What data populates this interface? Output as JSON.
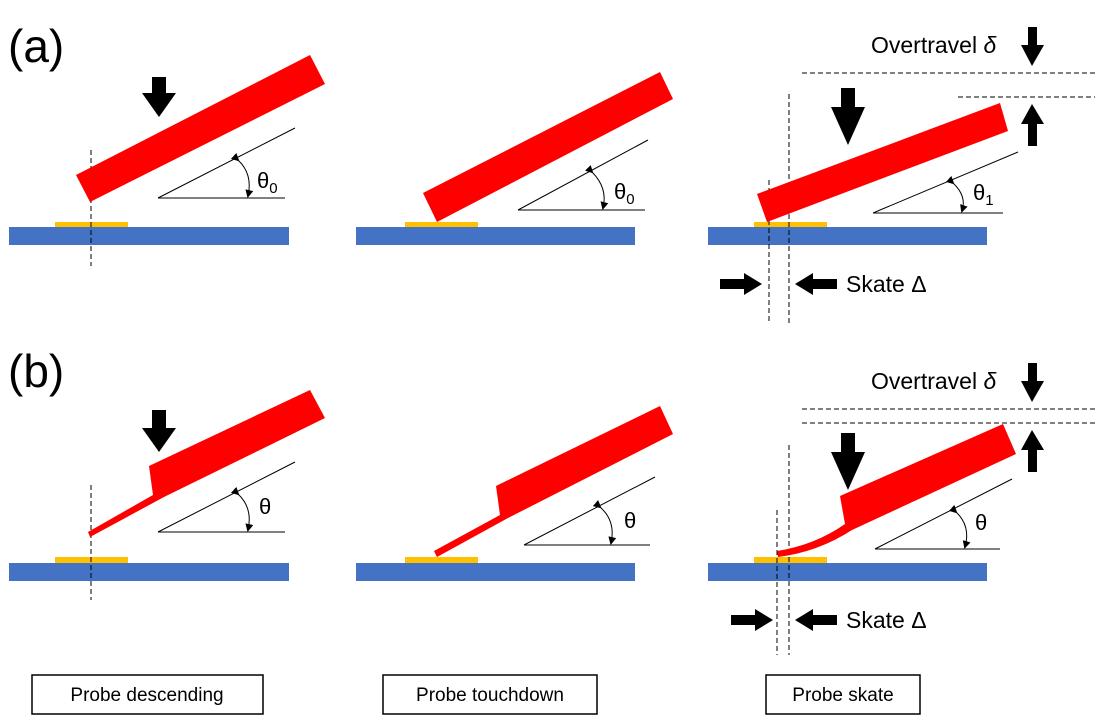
{
  "panels": {
    "a": {
      "label": "(a)",
      "angle_initial": "θ",
      "angle_initial_sub": "0",
      "angle_final": "θ",
      "angle_final_sub": "1"
    },
    "b": {
      "label": "(b)",
      "angle": "θ"
    }
  },
  "annotations": {
    "overtravel_text": "Overtravel ",
    "overtravel_symbol": "δ",
    "skate_text": "Skate Δ"
  },
  "captions": {
    "descending": "Probe descending",
    "touchdown": "Probe touchdown",
    "skate": "Probe skate"
  },
  "colors": {
    "probe": "#ff0000",
    "substrate": "#4472c4",
    "pad": "#ffc000",
    "arrow": "#000000"
  }
}
